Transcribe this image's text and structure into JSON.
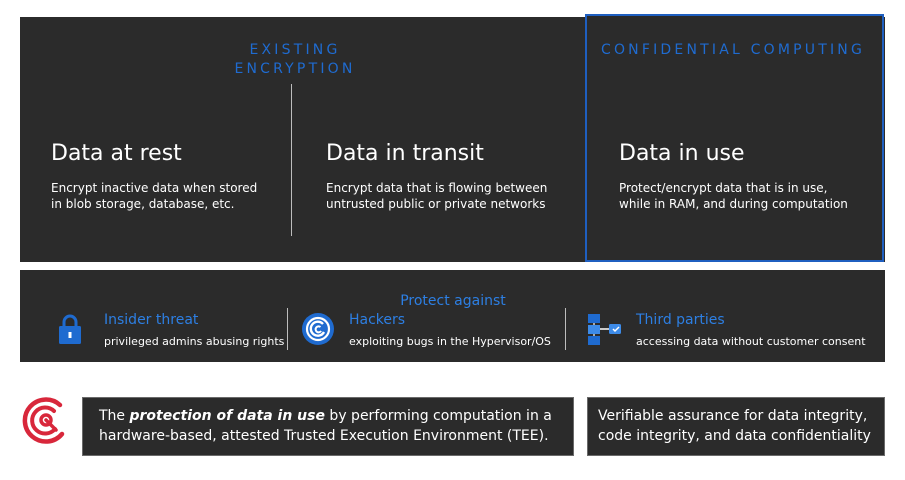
{
  "top": {
    "existing_heading": "EXISTING ENCRYPTION",
    "cc_heading": "CONFIDENTIAL COMPUTING",
    "columns": [
      {
        "title": "Data at rest",
        "desc_line1": "Encrypt inactive data when stored",
        "desc_line2": "in blob storage, database, etc."
      },
      {
        "title": "Data in transit",
        "desc_line1": "Encrypt data that is flowing between",
        "desc_line2": "untrusted public or private networks"
      },
      {
        "title": "Data in use",
        "desc_line1": "Protect/encrypt data that is in use,",
        "desc_line2": "while in RAM, and during computation"
      }
    ]
  },
  "protect": {
    "heading": "Protect against",
    "items": [
      {
        "title": "Insider threat",
        "desc": "privileged admins abusing rights",
        "icon": "lock-icon"
      },
      {
        "title": "Hackers",
        "desc": "exploiting bugs in the Hypervisor/OS",
        "icon": "hacker-icon"
      },
      {
        "title": "Third parties",
        "desc": "accessing data without customer consent",
        "icon": "third-party-icon"
      }
    ]
  },
  "bottom": {
    "protection_prefix": "The ",
    "protection_em": "protection of data in use",
    "protection_suffix": " by performing computation in a hardware-based, attested Trusted Execution Environment (TEE).",
    "verifiable": "Verifiable assurance for data integrity, code integrity, and data confidentiality"
  },
  "colors": {
    "panel": "#2b2b2b",
    "accent_blue": "#1f6bd0",
    "highlight_blue": "#2d7fe3",
    "brand_red": "#d8273b"
  }
}
